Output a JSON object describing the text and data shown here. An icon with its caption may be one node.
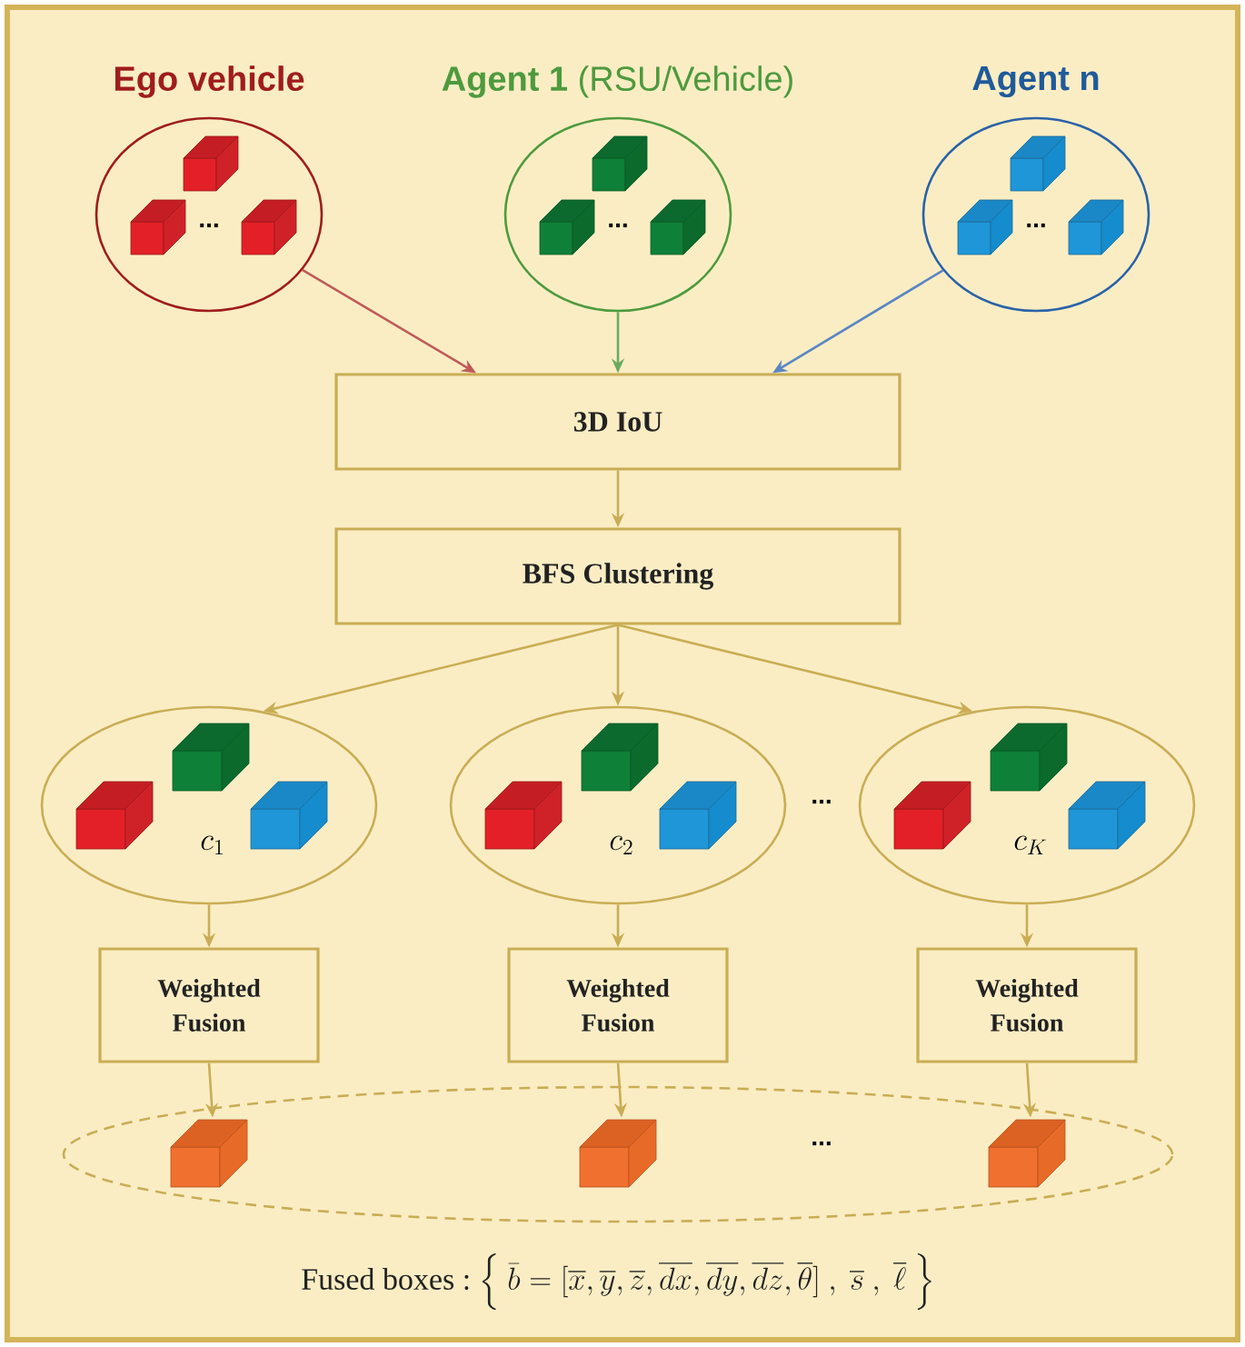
{
  "diagram": {
    "caption": "\\text{Fused boxes :}\\ \\Big\\{\\ \\bar{b} = [\\overline{x}, \\overline{y}, \\overline{z}, \\overline{dx}, \\overline{dy}, \\overline{dz}, \\overline{\\theta}]\\ ,\\ \\overline{s}\\ ,\\ \\overline{\\ell}\\ \\Big\\}",
    "nodes": [
      {
        "text": [
          "Ego vehicle",
          "..."
        ]
      },
      {
        "text": [
          "**Agent 1** (RSU/Vehicle)",
          "..."
        ]
      },
      {
        "text": [
          "Agent n",
          "..."
        ]
      },
      {
        "text": [
          "3D IoU"
        ]
      },
      {
        "text": [
          "BFS Clustering"
        ]
      },
      {
        "text": [
          "c_1"
        ]
      },
      {
        "text": [
          "c_2"
        ]
      },
      {
        "text": [
          "c_K"
        ]
      },
      {
        "text": [
          "Weighted Fusion"
        ]
      },
      {
        "text": [
          "Weighted Fusion"
        ]
      },
      {
        "text": [
          "Weighted Fusion"
        ]
      },
      {
        "text": [],
        "shape": "ellipse"
      },
      {
        "text": [],
        "shape": "cube",
        "in": 11
      },
      {
        "text": [],
        "shape": "cube",
        "in": 11
      },
      {
        "text": [],
        "shape": "cube",
        "in": 11
      }
    ],
    "edges": [
      {
        "from": 0,
        "to": 3,
        "arrow": "to",
        "color": "#c05a5a"
      },
      {
        "from": 1,
        "to": 3,
        "arrow": "to",
        "color": "#6aab5e"
      },
      {
        "from": 2,
        "to": 3,
        "arrow": "to",
        "color": "#5a86c4"
      },
      {
        "from": 3,
        "to": 4,
        "arrow": "to"
      },
      {
        "from": 4,
        "to": 5,
        "arrow": "to"
      },
      {
        "from": 4,
        "to": 6,
        "arrow": "to"
      },
      {
        "from": 4,
        "to": 7,
        "arrow": "to"
      },
      {
        "from": 5,
        "to": 8,
        "arrow": "to"
      },
      {
        "from": 6,
        "to": 9,
        "arrow": "to"
      },
      {
        "from": 7,
        "to": 10,
        "arrow": "to"
      },
      {
        "from": 8,
        "to": 12,
        "arrow": "to"
      },
      {
        "from": 9,
        "to": 13,
        "arrow": "to"
      },
      {
        "from": 10,
        "to": 14,
        "arrow": "to"
      }
    ],
    "labels": [
      "...",
      "..."
    ]
  }
}
